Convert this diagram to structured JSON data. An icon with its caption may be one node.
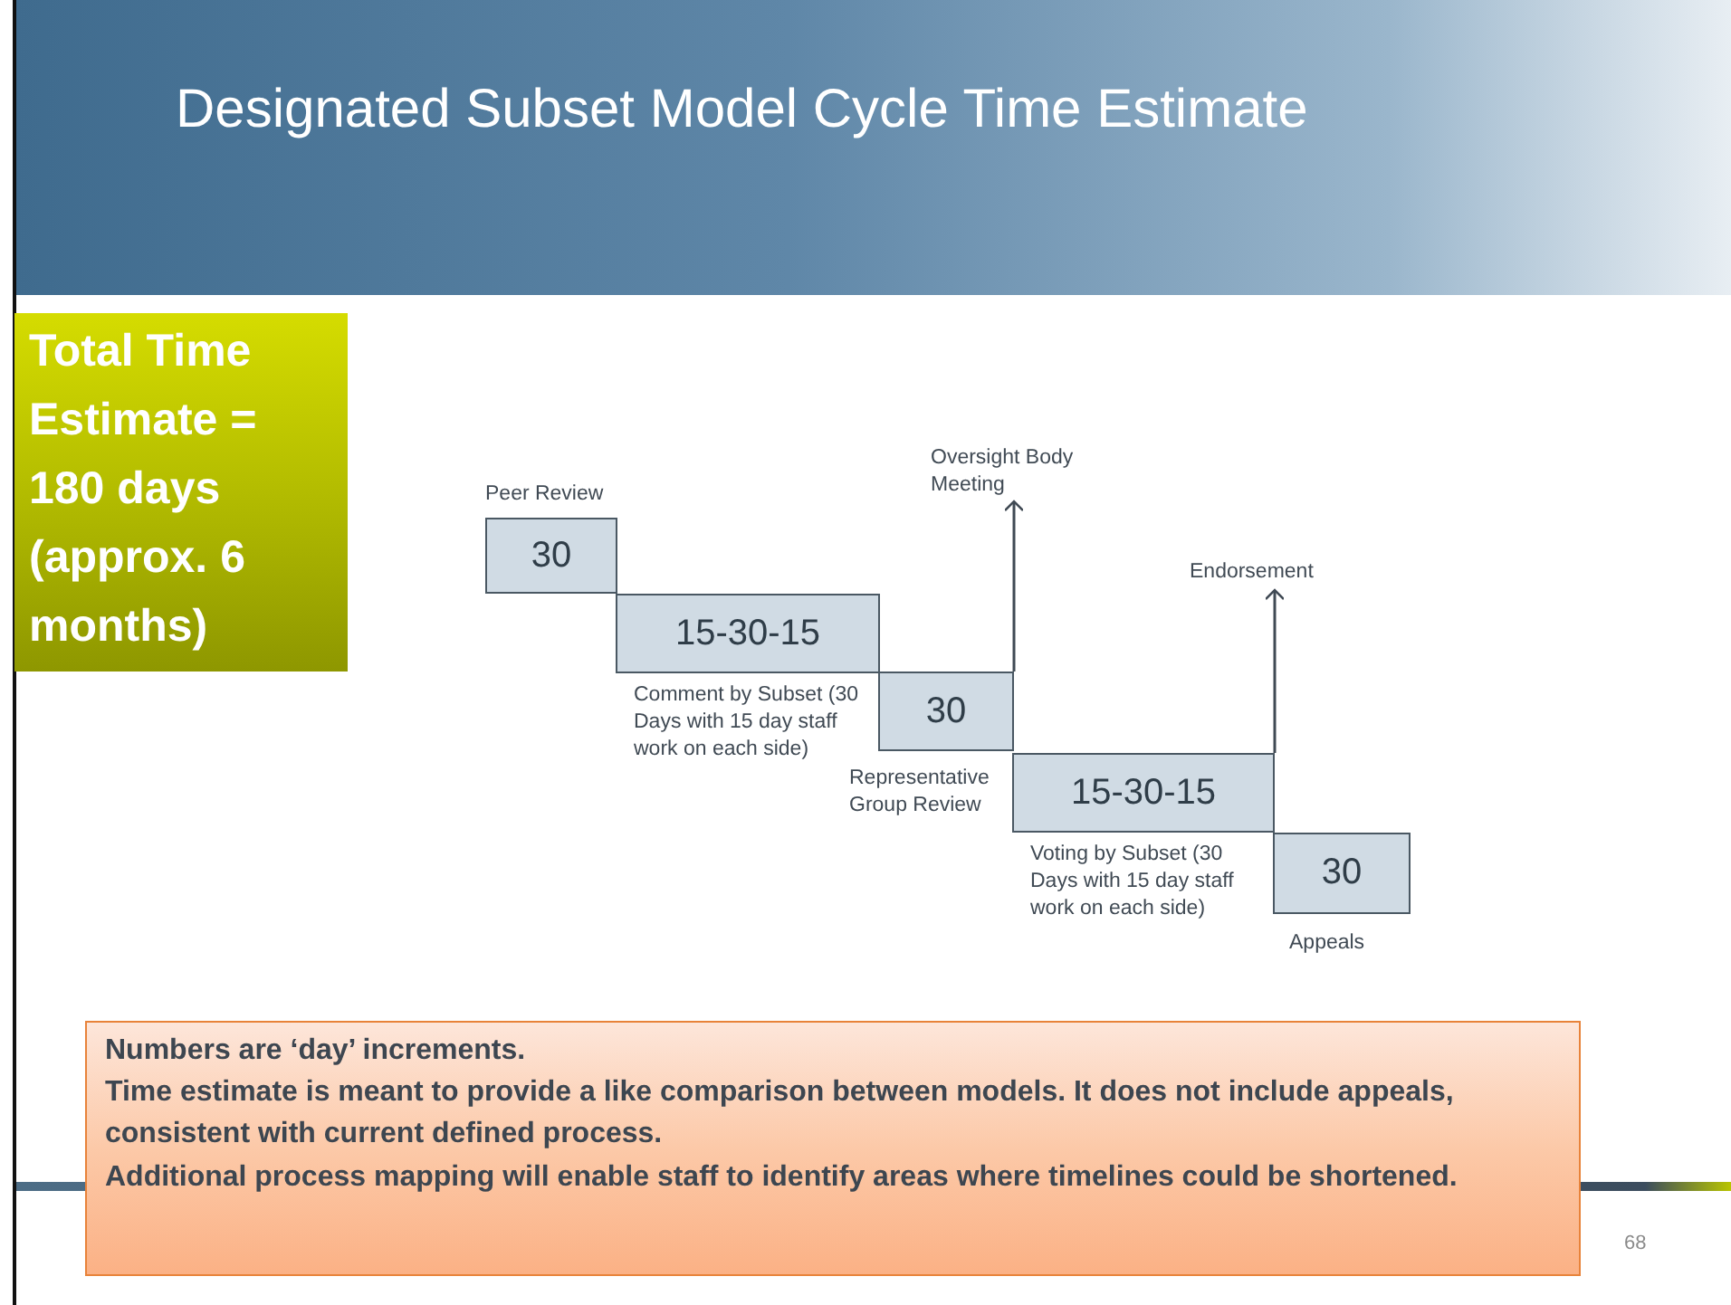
{
  "diagram": {
    "title": "Designated Subset Model Cycle Time Estimate",
    "nodes": [
      {
        "text": [
          "30"
        ],
        "beside": [
          "Peer Review"
        ]
      },
      {
        "text": [
          "15-30-15"
        ],
        "beside": [
          "Comment by Subset (30 Days with 15 day staff work on each side)"
        ]
      },
      {
        "text": [
          "30"
        ],
        "beside": [
          "Representative Group Review"
        ]
      },
      {
        "text": [
          "15-30-15"
        ],
        "beside": [
          "Voting by Subset (30 Days with 15 day staff work on each side)"
        ]
      },
      {
        "text": [
          "30"
        ],
        "beside": [
          "Appeals"
        ]
      },
      {
        "text": [
          "Oversight Body Meeting"
        ]
      },
      {
        "text": [
          "Endorsement"
        ]
      },
      {
        "text": [
          "Total Time Estimate = 180 days (approx. 6 months)"
        ]
      },
      {
        "text": [
          "Numbers are ‘day’ increments.",
          "Time estimate is meant to provide a like comparison between models.  It does not include appeals, consistent with current defined process.",
          "Additional process mapping will enable staff to identify areas where timelines could be shortened."
        ]
      }
    ],
    "edges": [
      {
        "from": 2,
        "to": 5,
        "arrow": "to"
      },
      {
        "from": 3,
        "to": 6,
        "arrow": "to"
      }
    ],
    "labels": [
      "68"
    ]
  }
}
